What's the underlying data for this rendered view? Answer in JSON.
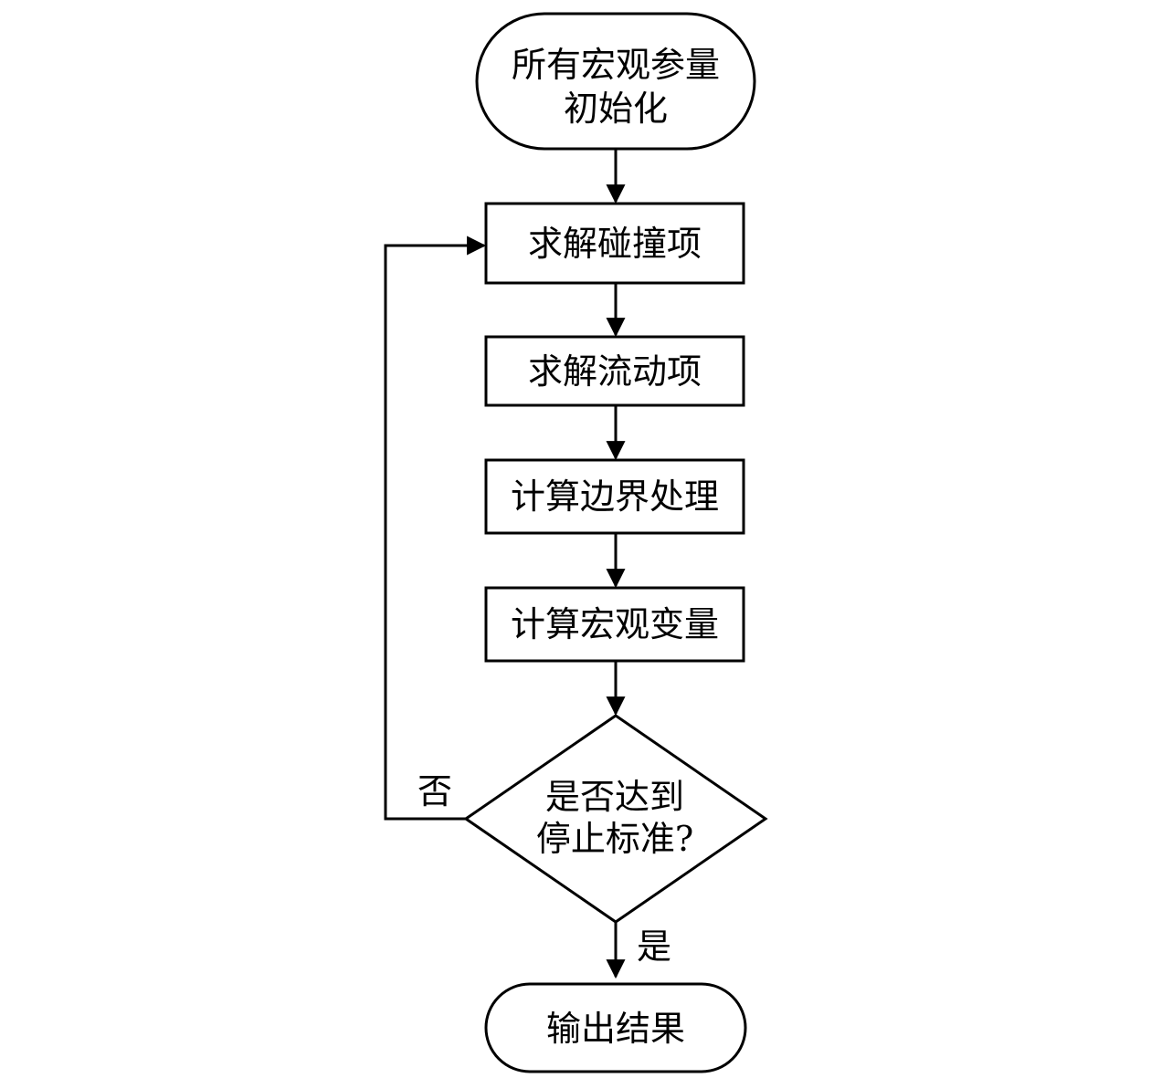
{
  "flowchart": {
    "start": {
      "lines": [
        "所有宏观参量",
        "初始化"
      ]
    },
    "steps": [
      {
        "label": "求解碰撞项"
      },
      {
        "label": "求解流动项"
      },
      {
        "label": "计算边界处理"
      },
      {
        "label": "计算宏观变量"
      }
    ],
    "decision": {
      "lines": [
        "是否达到",
        "停止标准?"
      ]
    },
    "branch_no": "否",
    "branch_yes": "是",
    "end": {
      "label": "输出结果"
    }
  },
  "colors": {
    "stroke": "#000000",
    "fill": "#ffffff"
  }
}
